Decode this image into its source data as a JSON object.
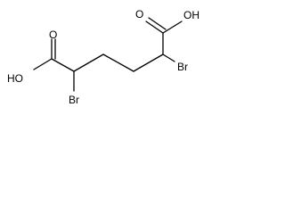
{
  "molecule": {
    "atoms": {
      "oh_left": "HO",
      "o_left": "O",
      "br_left": "Br",
      "oh_right": "OH",
      "o_right": "O",
      "br_right": "Br"
    }
  },
  "colors": {
    "bond": "#000000",
    "text": "#000000",
    "background": "#ffffff"
  }
}
